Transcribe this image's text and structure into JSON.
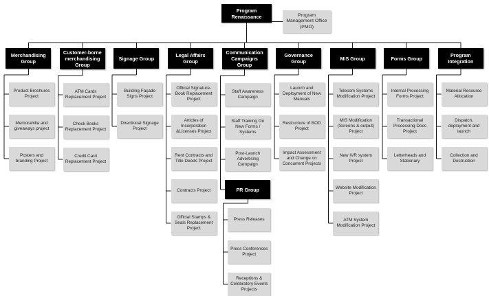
{
  "root": {
    "label": "Program Renaissance"
  },
  "pmo": {
    "label": "Program Management Office (PMO)"
  },
  "colors": {
    "node_black": "#000000",
    "node_gray": "#d9d9d9",
    "line": "#1a1a1a",
    "text_light": "#ffffff",
    "text_dark": "#1f1f1f",
    "background": "#ffffff"
  },
  "groups": [
    {
      "label": "Merchandising Group",
      "children": [
        "Product Brochures Project",
        "Memorabilia and giveaways project",
        "Posters and branding Project"
      ]
    },
    {
      "label": "Customer-borne merchandising Group",
      "children": [
        "ATM Cards Replacement Project",
        "Check Books Replacement Project",
        "Credit Card Replacement Project"
      ]
    },
    {
      "label": "Signage Group",
      "children": [
        "Building Façade Signs Project",
        "Directional Signage Project"
      ]
    },
    {
      "label": "Legal Affairs Group",
      "children": [
        "Official Signature-Book Replacement Project",
        "Articles of Incorporation &Licenses Project",
        "Rent Contracts and Title Deeds Project",
        "Contracts Project",
        "Official Stamps & Seals Replacement Project"
      ]
    },
    {
      "label": "Communication Campaigns Group",
      "children": [
        "Staff Awareness Campaign",
        "Staff Training On New Forms / Systems",
        "Post-Launch Advertising Campaign"
      ],
      "subgroup": {
        "label": "PR Group",
        "children": [
          "Press Releases",
          "Press Conferences Project",
          "Receptions & Celebratory Events Projects"
        ]
      }
    },
    {
      "label": "Governance Group",
      "children": [
        "Launch and Deployment of New Manuals",
        "Restructure of BOD Project",
        "Impact Assessment and Change on Concurrent Projects"
      ]
    },
    {
      "label": "MIS Group",
      "children": [
        "Telecom Systems Modification Project",
        "MIS Modification (Screens & output) Project",
        "New IVR system Project",
        "Website Modification Project",
        "ATM System Modification Project"
      ]
    },
    {
      "label": "Forms Group",
      "children": [
        "Internal Processing Forms Project",
        "Transactional Processing Docs Project",
        "Letterheads and Stationary"
      ]
    },
    {
      "label": "Program Integration",
      "children": [
        "Material Resource Allocation",
        "Dispatch, deployment and launch",
        "Collection and Destruction"
      ]
    }
  ]
}
